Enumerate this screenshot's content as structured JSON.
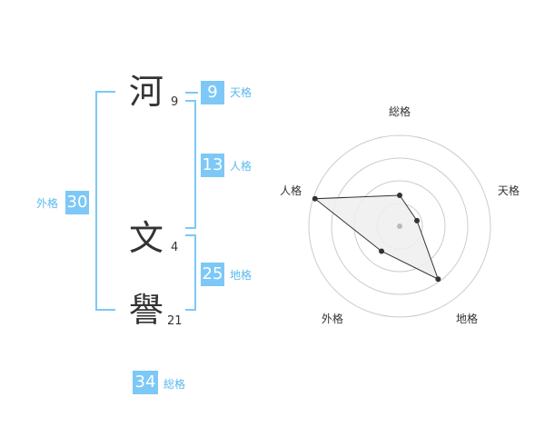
{
  "name": {
    "chars": [
      {
        "char": "河",
        "strokes": "9"
      },
      {
        "char": "文",
        "strokes": "4"
      },
      {
        "char": "譽",
        "strokes": "21"
      }
    ]
  },
  "fortune": {
    "tenkaku": {
      "value": "9",
      "label": "天格"
    },
    "jinkaku": {
      "value": "13",
      "label": "人格"
    },
    "chikaku": {
      "value": "25",
      "label": "地格"
    },
    "gaikaku": {
      "value": "30",
      "label": "外格"
    },
    "soukaku": {
      "value": "34",
      "label": "総格"
    }
  },
  "chart_data": {
    "type": "radar",
    "axes": [
      "総格",
      "天格",
      "地格",
      "外格",
      "人格"
    ],
    "values": [
      0.34,
      0.2,
      0.72,
      0.34,
      0.98
    ],
    "rmax": 1,
    "rings": 4,
    "colors": {
      "fill": "#eeeeee",
      "line": "#333333",
      "grid": "#cccccc",
      "center": "#bbbbbb"
    }
  }
}
